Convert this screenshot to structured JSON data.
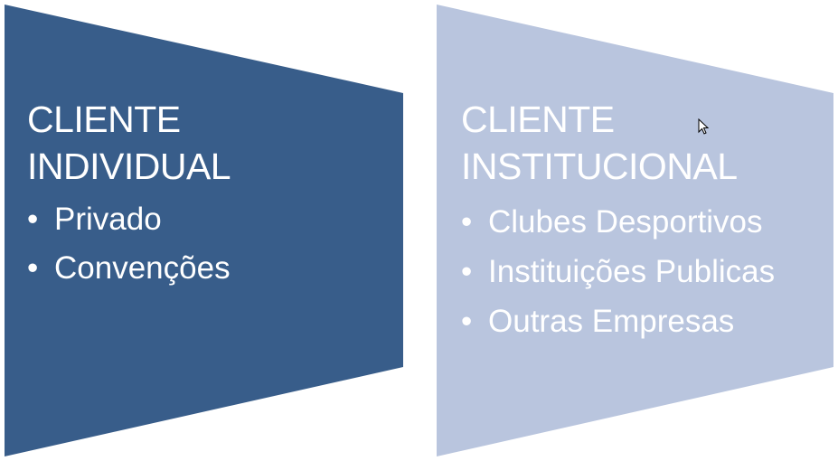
{
  "colors": {
    "left_fill": "#385D8A",
    "right_fill": "#B9C5DE",
    "text": "#FFFFFF"
  },
  "blocks": [
    {
      "title_line1": "CLIENTE",
      "title_line2": "INDIVIDUAL",
      "items": [
        "Privado",
        "Convenções"
      ]
    },
    {
      "title_line1": "CLIENTE",
      "title_line2": "INSTITUCIONAL",
      "items": [
        "Clubes Desportivos",
        "Instituições Publicas",
        "Outras Empresas"
      ]
    }
  ],
  "bullet": "•"
}
